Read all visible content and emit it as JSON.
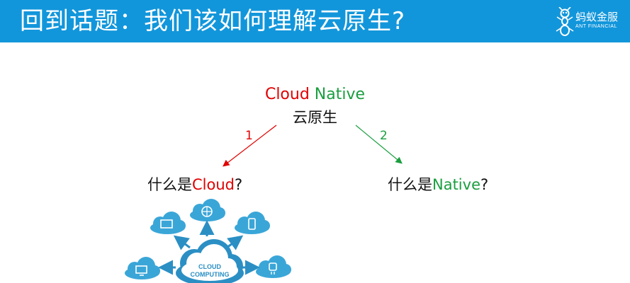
{
  "header": {
    "title": "回到话题：我们该如何理解云原生?",
    "logo_cn": "蚂蚁金服",
    "logo_en": "ANT FINANCIAL"
  },
  "diagram": {
    "root": {
      "cloud_word": "Cloud",
      "native_word": "Native",
      "subtitle": "云原生"
    },
    "edges": [
      {
        "label": "1",
        "color": "#e00000"
      },
      {
        "label": "2",
        "color": "#1a9e3f"
      }
    ],
    "left_branch": {
      "prefix": "什么是",
      "keyword": "Cloud",
      "suffix": "?"
    },
    "right_branch": {
      "prefix": "什么是",
      "keyword": "Native",
      "suffix": "?"
    },
    "cloud_graphic": {
      "line1": "CLOUD",
      "line2": "COMPUTING"
    }
  },
  "colors": {
    "header_bg": "#1296db",
    "cloud_red": "#e00000",
    "native_green": "#1a9e3f",
    "cloud_blue": "#3aa6d8"
  }
}
